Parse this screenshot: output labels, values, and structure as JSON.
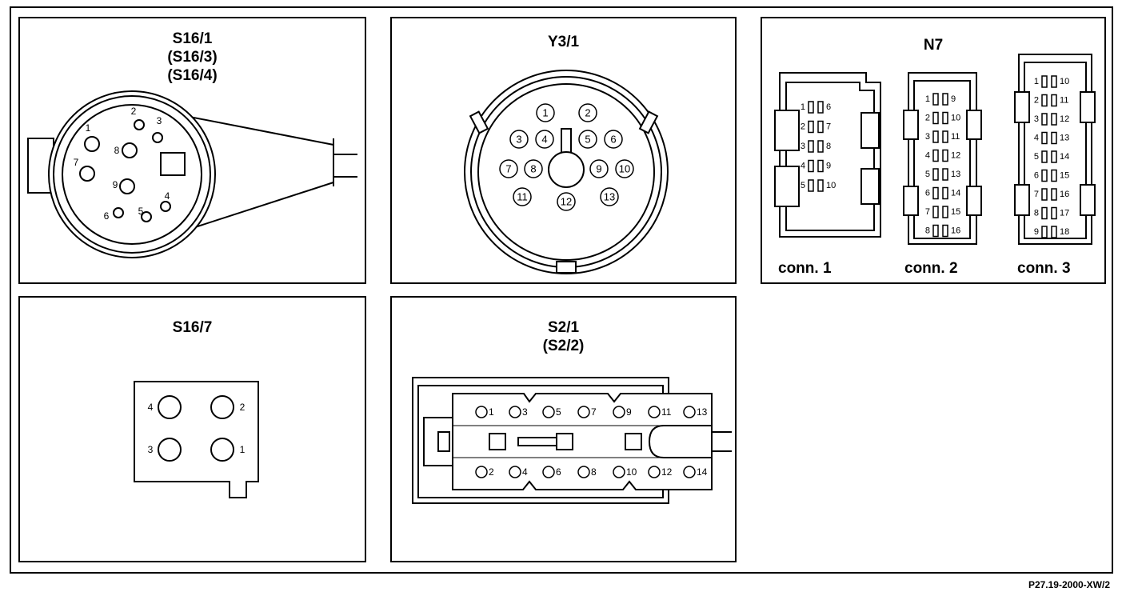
{
  "panels": {
    "s16_1": {
      "title_lines": [
        "S16/1",
        "(S16/3)",
        "(S16/4)"
      ],
      "pins": [
        "1",
        "2",
        "3",
        "4",
        "5",
        "6",
        "7",
        "8",
        "9"
      ]
    },
    "y3_1": {
      "title": "Y3/1",
      "pins": [
        "1",
        "2",
        "3",
        "4",
        "5",
        "6",
        "7",
        "8",
        "9",
        "10",
        "11",
        "12",
        "13"
      ]
    },
    "n7": {
      "title": "N7",
      "connectors": [
        {
          "label": "conn. 1",
          "pins_left": [
            "1",
            "2",
            "3",
            "4",
            "5"
          ],
          "pins_right": [
            "6",
            "7",
            "8",
            "9",
            "10"
          ]
        },
        {
          "label": "conn. 2",
          "pins_left": [
            "1",
            "2",
            "3",
            "4",
            "5",
            "6",
            "7",
            "8"
          ],
          "pins_right": [
            "9",
            "10",
            "11",
            "12",
            "13",
            "14",
            "15",
            "16"
          ]
        },
        {
          "label": "conn. 3",
          "pins_left": [
            "1",
            "2",
            "3",
            "4",
            "5",
            "6",
            "7",
            "8",
            "9"
          ],
          "pins_right": [
            "10",
            "11",
            "12",
            "13",
            "14",
            "15",
            "16",
            "17",
            "18"
          ]
        }
      ]
    },
    "s16_7": {
      "title": "S16/7",
      "pins": [
        "4",
        "2",
        "3",
        "1"
      ]
    },
    "s2_1": {
      "title_lines": [
        "S2/1",
        "(S2/2)"
      ],
      "pins_top": [
        "1",
        "3",
        "5",
        "7",
        "9",
        "11",
        "13"
      ],
      "pins_bottom": [
        "2",
        "4",
        "6",
        "8",
        "10",
        "12",
        "14"
      ]
    }
  },
  "figure_code": "P27.19-2000-XW/2"
}
